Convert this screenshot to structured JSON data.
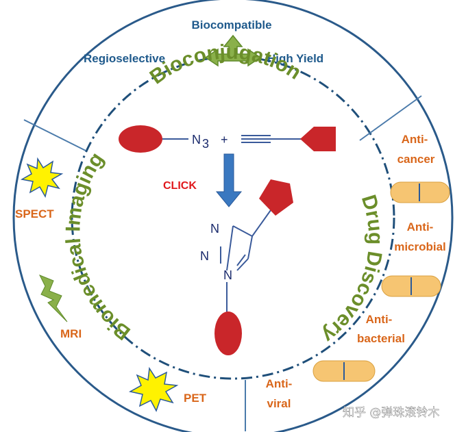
{
  "top": {
    "biocompatible": "Biocompatible",
    "regioselective": "Regioselective",
    "high_yield": "High Yield"
  },
  "arcs": {
    "bioconjugation": "Bioconjugation",
    "biomedical_imaging": "Biomedical Imaging",
    "drug_discovery": "Drug Discovery"
  },
  "reaction": {
    "azide": "N",
    "azide_sub": "3",
    "plus": "+",
    "click": "CLICK",
    "triazole_n": "N"
  },
  "imaging": {
    "spect": "SPECT",
    "mri": "MRI",
    "pet": "PET"
  },
  "drugs": {
    "anticancer_1": "Anti-",
    "anticancer_2": "cancer",
    "antimicrobial_1": "Anti-",
    "antimicrobial_2": "microbial",
    "antibacterial_1": "Anti-",
    "antibacterial_2": "bacterial",
    "antiviral_1": "Anti-",
    "antiviral_2": "viral"
  },
  "watermark": "知乎 @弹珠滚铃木",
  "colors": {
    "outer_circle": "#2a5a8a",
    "green_text": "#6b8e2a",
    "red_shape": "#c9262a",
    "pill": "#f6c572",
    "blue_arrow": "#3a78c0"
  }
}
